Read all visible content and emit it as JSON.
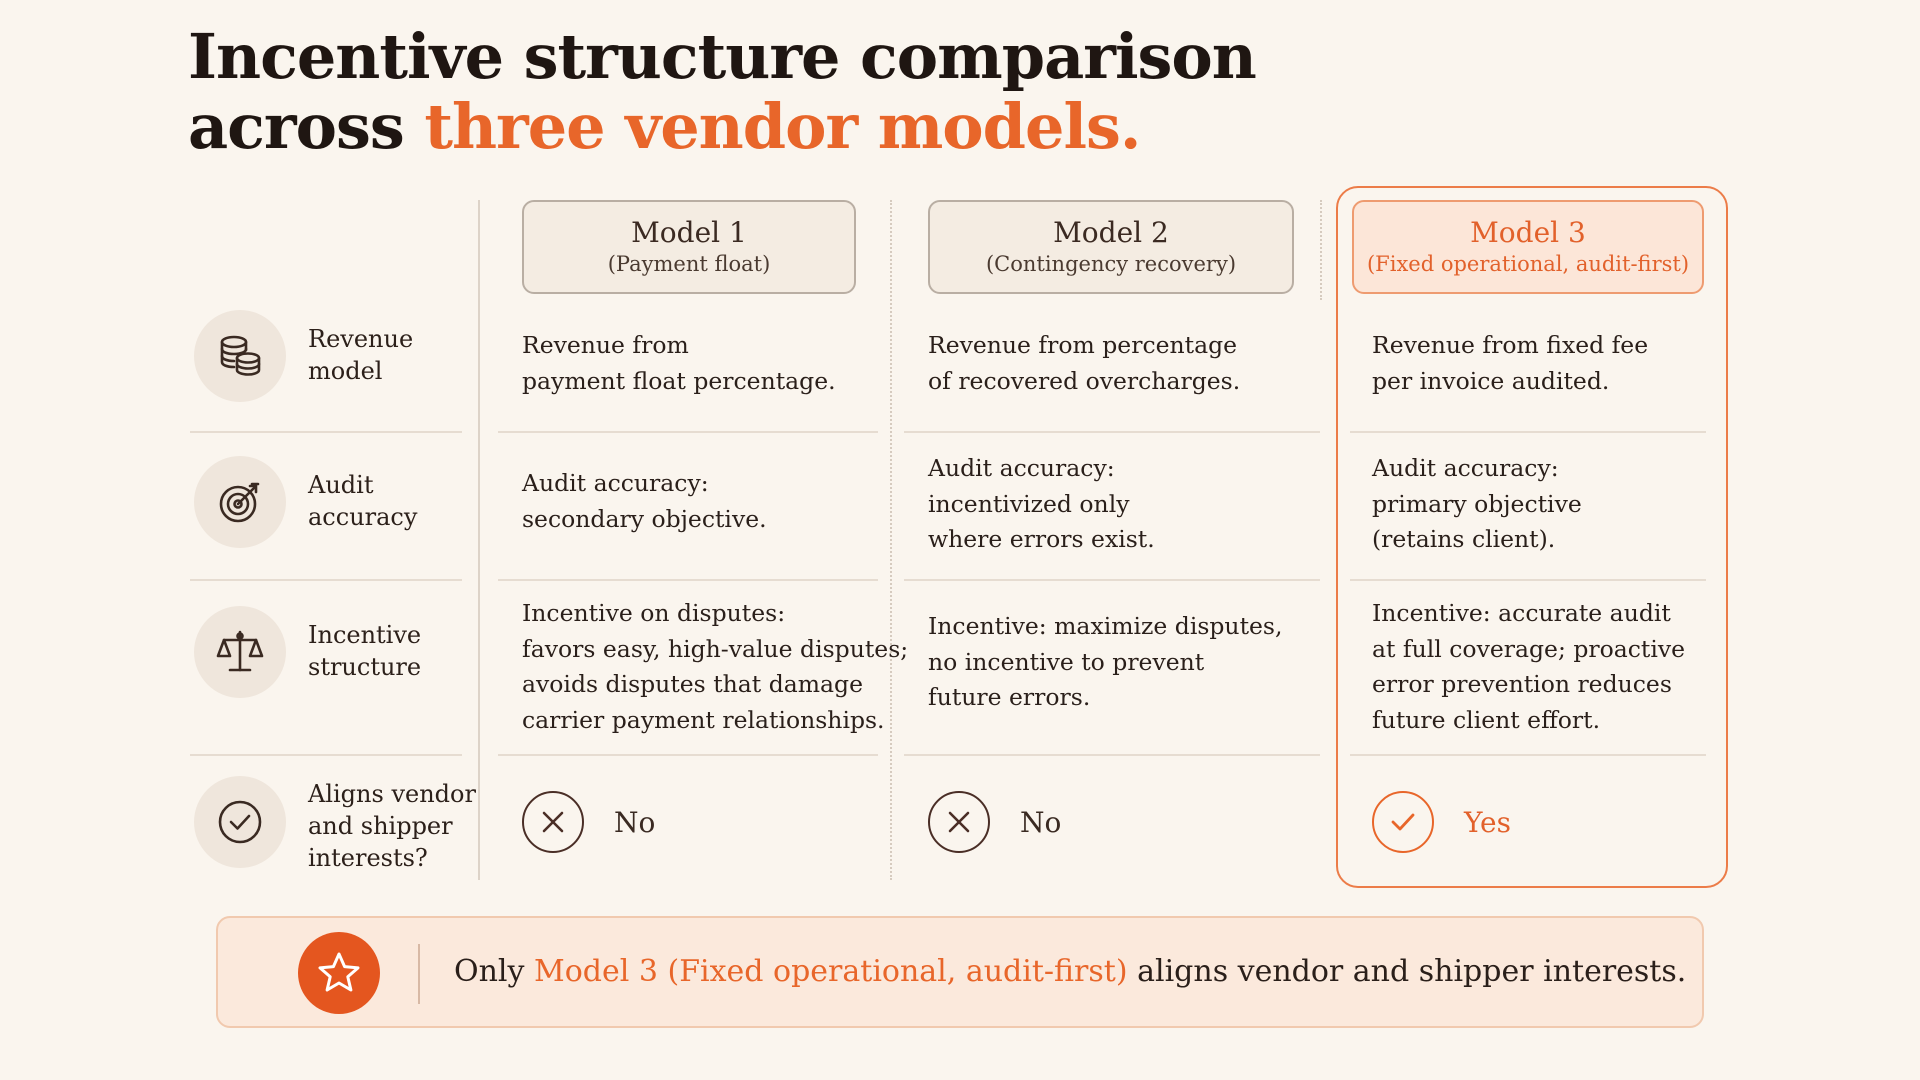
{
  "title": {
    "line1": "Incentive structure comparison",
    "line2_prefix": "across ",
    "line2_accent": "three vendor models."
  },
  "models": [
    {
      "name": "Model 1",
      "subtitle": "(Payment float)"
    },
    {
      "name": "Model 2",
      "subtitle": "(Contingency recovery)"
    },
    {
      "name": "Model 3",
      "subtitle": "(Fixed operational, audit-first)"
    }
  ],
  "rows": [
    {
      "icon": "coins-stack-icon",
      "label_line1": "Revenue",
      "label_line2": "model",
      "label_line3": ""
    },
    {
      "icon": "target-icon",
      "label_line1": "Audit",
      "label_line2": "accuracy",
      "label_line3": ""
    },
    {
      "icon": "scales-icon",
      "label_line1": "Incentive",
      "label_line2": "structure",
      "label_line3": ""
    },
    {
      "icon": "check-circle-icon",
      "label_line1": "Aligns vendor",
      "label_line2": "and shipper",
      "label_line3": "interests?"
    }
  ],
  "cells": {
    "revenue": [
      [
        "Revenue from",
        "payment float percentage."
      ],
      [
        "Revenue from percentage",
        "of recovered overcharges."
      ],
      [
        "Revenue from fixed fee",
        "per invoice audited."
      ]
    ],
    "accuracy": [
      [
        "Audit accuracy:",
        "secondary objective."
      ],
      [
        "Audit accuracy:",
        "incentivized only",
        "where errors exist."
      ],
      [
        "Audit accuracy:",
        "primary objective",
        "(retains client)."
      ]
    ],
    "incentive": [
      [
        "Incentive on disputes:",
        "favors easy, high-value disputes;",
        "avoids disputes that damage",
        "carrier payment relationships."
      ],
      [
        "Incentive: maximize disputes,",
        "no incentive to prevent",
        "future errors."
      ],
      [
        "Incentive: accurate audit",
        "at full coverage; proactive",
        "error prevention reduces",
        "future client effort."
      ]
    ]
  },
  "verdicts": [
    {
      "value": "No",
      "icon": "x-circle-icon"
    },
    {
      "value": "No",
      "icon": "x-circle-icon"
    },
    {
      "value": "Yes",
      "icon": "check-circle-icon"
    }
  ],
  "banner": {
    "icon": "star-icon",
    "prefix": "Only ",
    "accent": "Model 3 (Fixed operational, audit-first)",
    "suffix": " aligns vendor and shipper interests."
  },
  "colors": {
    "background": "#faf5ee",
    "accent": "#e8662a",
    "text": "#2a1f1a",
    "highlight_fill": "#fce6d8"
  }
}
